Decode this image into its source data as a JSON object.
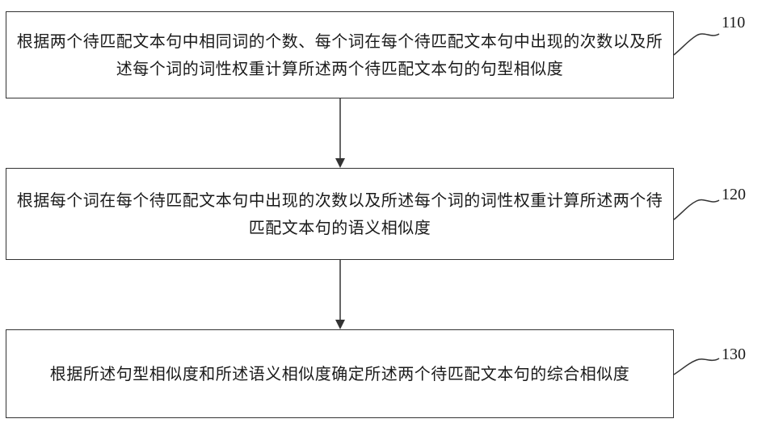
{
  "steps": [
    {
      "id": "110",
      "text": "根据两个待匹配文本句中相同词的个数、每个词在每个待匹配文本句中出现的次数以及所述每个词的词性权重计算所述两个待匹配文本句的句型相似度"
    },
    {
      "id": "120",
      "text": "根据每个词在每个待匹配文本句中出现的次数以及所述每个词的词性权重计算所述两个待匹配文本句的语义相似度"
    },
    {
      "id": "130",
      "text": "根据所述句型相似度和所述语义相似度确定所述两个待匹配文本句的综合相似度"
    }
  ]
}
